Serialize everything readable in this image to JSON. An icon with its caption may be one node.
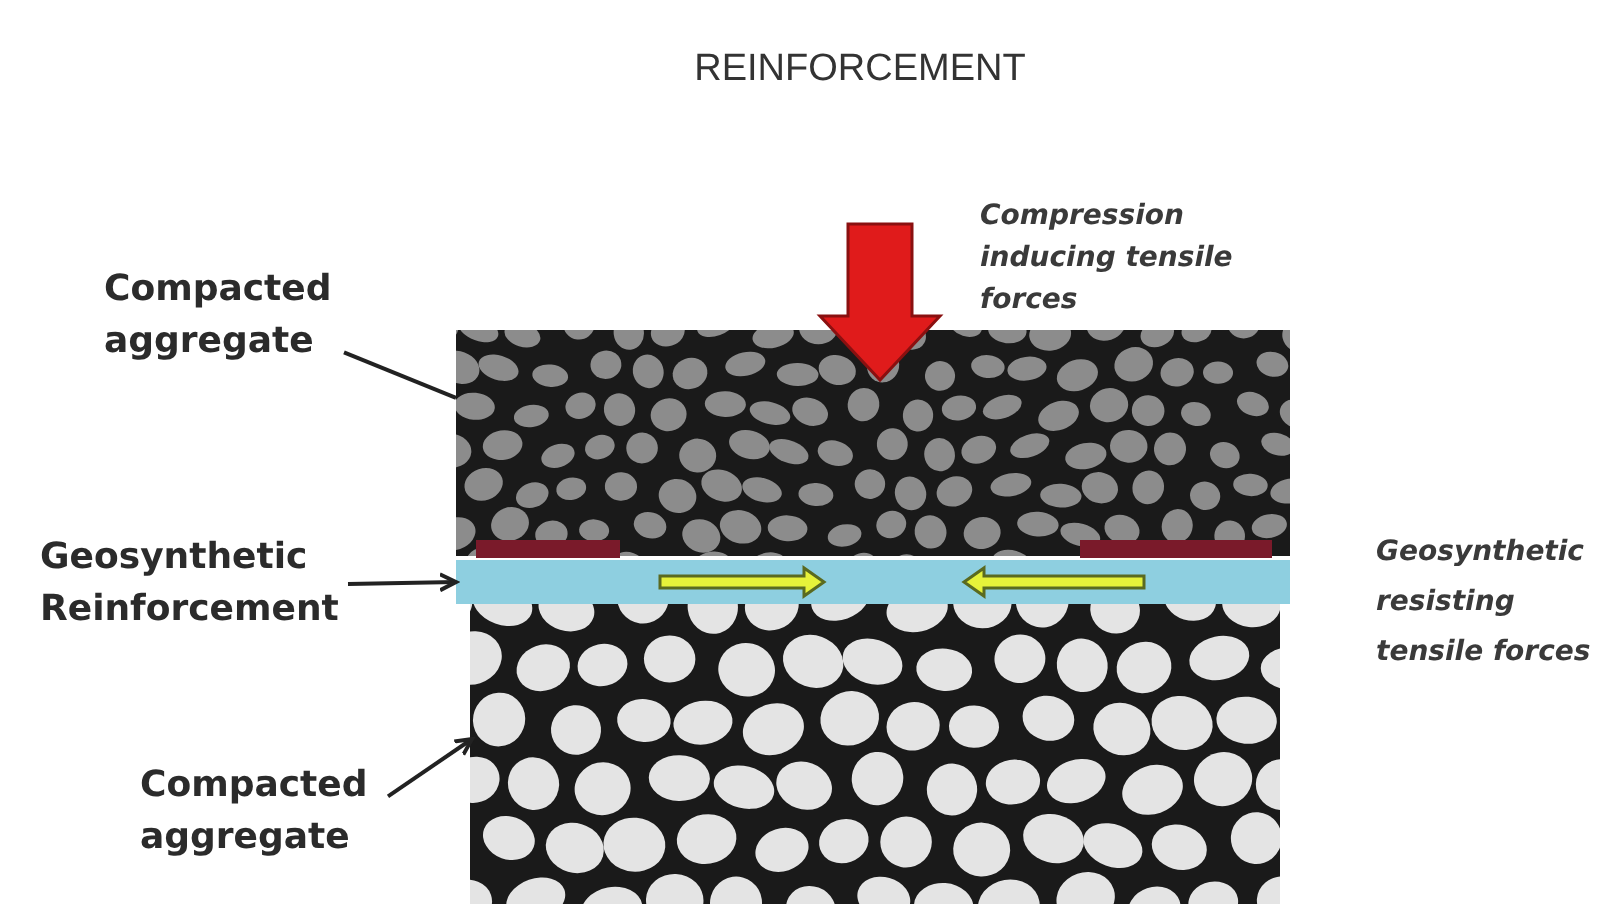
{
  "diagram": {
    "title": "REINFORCEMENT",
    "nodes": [
      {
        "text": [
          "Compacted aggregate"
        ]
      },
      {
        "text": [],
        "shape": "picture"
      },
      {
        "text": [
          "Geosynthetic Reinforcement"
        ]
      },
      {
        "text": [],
        "shape": "bar"
      },
      {
        "text": [
          "Compacted aggregate"
        ]
      },
      {
        "text": [],
        "shape": "picture"
      }
    ],
    "edges": [
      {
        "from": 0,
        "to": 1,
        "arrow": "none"
      },
      {
        "from": 2,
        "to": 3,
        "arrow": "to"
      },
      {
        "from": 4,
        "to": 5,
        "arrow": "to"
      }
    ],
    "labels": [
      "Compression inducing tensile forces",
      "Geosynthetic resisting tensile forces"
    ]
  }
}
